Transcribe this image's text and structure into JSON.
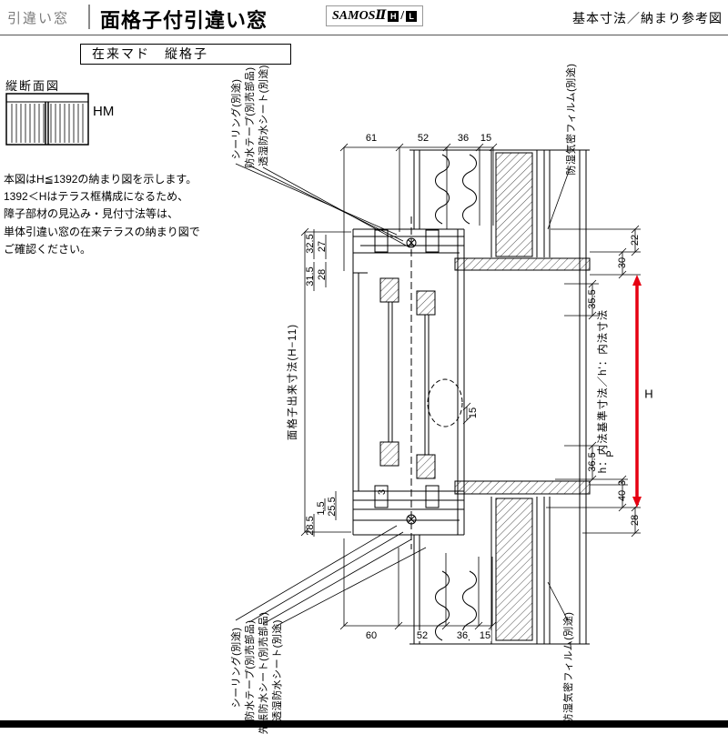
{
  "header": {
    "category": "引違い窓",
    "title": "面格子付引違い窓",
    "brand": "SAMOSⅡ",
    "badge_h": "H",
    "badge_slash": "/",
    "badge_l": "L",
    "doc_type": "基本寸法／納まり参考図"
  },
  "subheader": {
    "label": "在来マド　縦格子"
  },
  "sidebar": {
    "section_label": "縦断面図",
    "icon_label": "HM",
    "note_lines": [
      "本図はH≦1392の納まり図を示します。",
      "1392＜Hはテラス框構成になるため、",
      "障子部材の見込み・見付寸法等は、",
      "単体引違い窓の在来テラスの納まり図で",
      "ご確認ください。"
    ]
  },
  "callouts": {
    "top_left": [
      "シーリング(別途)",
      "防水テープ(別売部品)",
      "透湿防水シート(別途)"
    ],
    "top_right": "防湿気密フィルム(別途)",
    "bottom_left": [
      "シーリング(別途)",
      "防水テープ(別売部品)",
      "先張防水シート(別売部品)",
      "透湿防水シート(別途)"
    ],
    "bottom_right": "防湿気密フィルム(別途)"
  },
  "dims": {
    "top": [
      "61",
      "52",
      "36",
      "15"
    ],
    "bottom": [
      "60",
      "52",
      "36",
      "15"
    ],
    "left_top": [
      "32.5",
      "27",
      "31.5",
      "28"
    ],
    "left_bottom": [
      "28.5",
      "1.5",
      "25.5",
      "3"
    ],
    "left_span_label": "面格子出来寸法(H−11)",
    "right": [
      "22",
      "30",
      "35.5",
      "15",
      "36.5",
      "P",
      "3",
      "40",
      "28"
    ],
    "h_label": "H",
    "right_span_label": "h：内法基準寸法／h'：内法寸法"
  },
  "colors": {
    "accent_red": "#e60012",
    "line": "#000000",
    "gray_text": "#7a7a7a"
  }
}
